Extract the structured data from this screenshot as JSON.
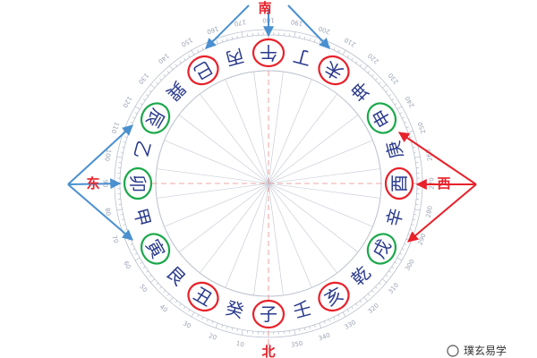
{
  "compass": {
    "mountains": [
      "午",
      "丁",
      "未",
      "坤",
      "申",
      "庚",
      "酉",
      "辛",
      "戌",
      "乾",
      "亥",
      "壬",
      "子",
      "癸",
      "丑",
      "艮",
      "寅",
      "甲",
      "卯",
      "乙",
      "辰",
      "巽",
      "巳",
      "丙"
    ],
    "red_circled": [
      "午",
      "未",
      "巳",
      "酉",
      "丑",
      "子",
      "亥"
    ],
    "green_circled": [
      "申",
      "戌",
      "辰",
      "寅",
      "卯"
    ],
    "degree_labels": [
      "0",
      "10",
      "20",
      "30",
      "40",
      "50",
      "60",
      "70",
      "80",
      "90",
      "100",
      "110",
      "120",
      "130",
      "140",
      "150",
      "160",
      "170",
      "180",
      "190",
      "200",
      "210",
      "220",
      "230",
      "240",
      "250",
      "260",
      "270",
      "280",
      "290",
      "300",
      "310",
      "320",
      "330",
      "340",
      "350"
    ]
  },
  "directions": {
    "south": "南",
    "north": "北",
    "east": "东",
    "west": "西"
  },
  "watermark": {
    "text": "璞玄易学"
  },
  "colors": {
    "red": "#e8212a",
    "blue": "#4a90d0",
    "green": "#1aa84a",
    "ink": "#2a3a8c",
    "ring": "#b9c0cc"
  }
}
